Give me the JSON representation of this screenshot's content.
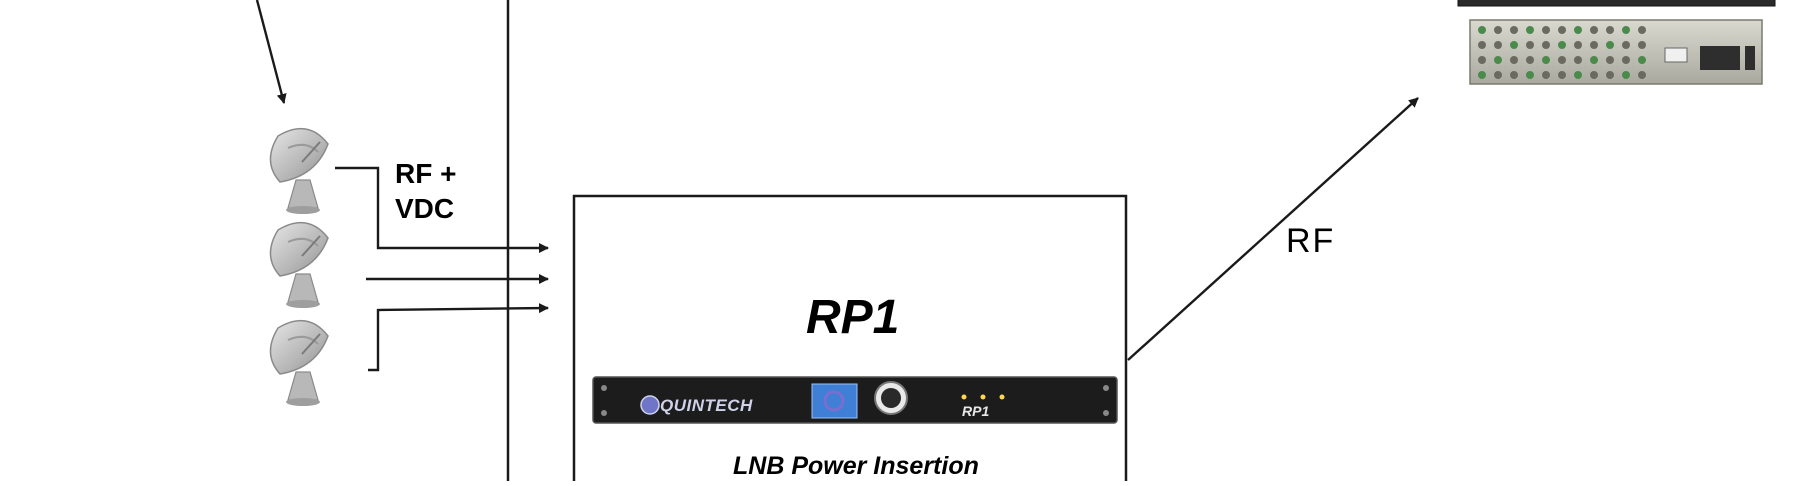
{
  "input_label": {
    "line1": "RF +",
    "line2": "VDC"
  },
  "output_label": "RF",
  "device": {
    "title": "RP1",
    "brand": "QUINTECH",
    "panel_model": "RP1",
    "caption": "LNB Power Insertion"
  },
  "colors": {
    "line": "#1a1a1a",
    "panel": "#1c1c1c",
    "dish": "#bdbdbd",
    "display": "#3f7fd6"
  },
  "icons": [
    "satellite-dish-icon",
    "arrow-icon",
    "rack-unit-icon",
    "knob-icon",
    "display-icon"
  ]
}
